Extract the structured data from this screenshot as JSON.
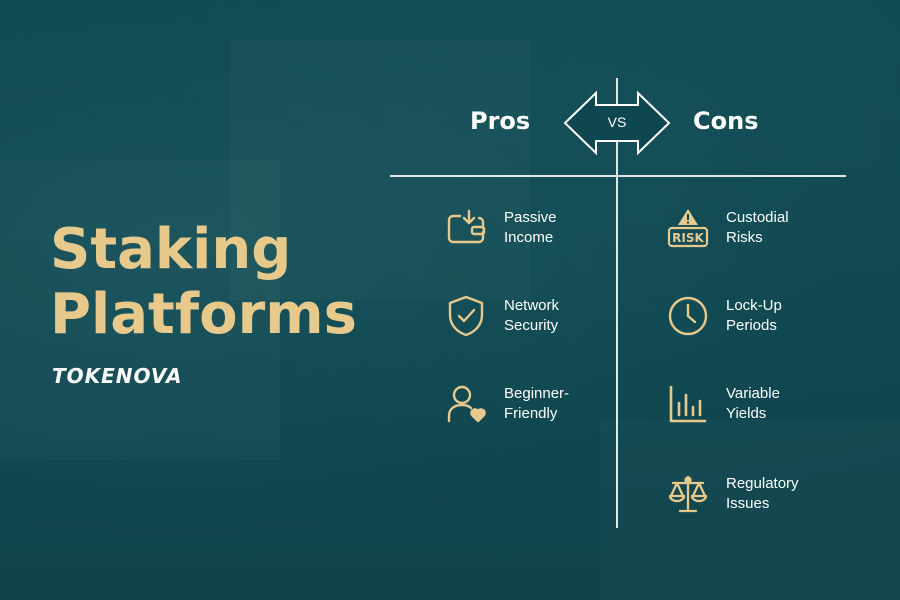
{
  "title": {
    "line1": "Staking",
    "line2": "Platforms"
  },
  "brand": "TOKENOVA",
  "pros_heading": "Pros",
  "vs_label": "VS",
  "cons_heading": "Cons",
  "pros": [
    {
      "line1": "Passive",
      "line2": "Income",
      "icon": "wallet-download-icon"
    },
    {
      "line1": "Network",
      "line2": "Security",
      "icon": "shield-check-icon"
    },
    {
      "line1": "Beginner-",
      "line2": "Friendly",
      "icon": "user-heart-icon"
    }
  ],
  "cons": [
    {
      "line1": "Custodial",
      "line2": "Risks",
      "icon": "risk-warning-icon",
      "badge": "RISK"
    },
    {
      "line1": "Lock-Up",
      "line2": "Periods",
      "icon": "clock-icon"
    },
    {
      "line1": "Variable",
      "line2": "Yields",
      "icon": "bar-chart-icon"
    },
    {
      "line1": "Regulatory",
      "line2": "Issues",
      "icon": "scales-icon"
    }
  ],
  "colors": {
    "background": "#0f4750",
    "gold": "#e7c98c",
    "text": "#ffffff",
    "lines": "#e6e6e6"
  }
}
